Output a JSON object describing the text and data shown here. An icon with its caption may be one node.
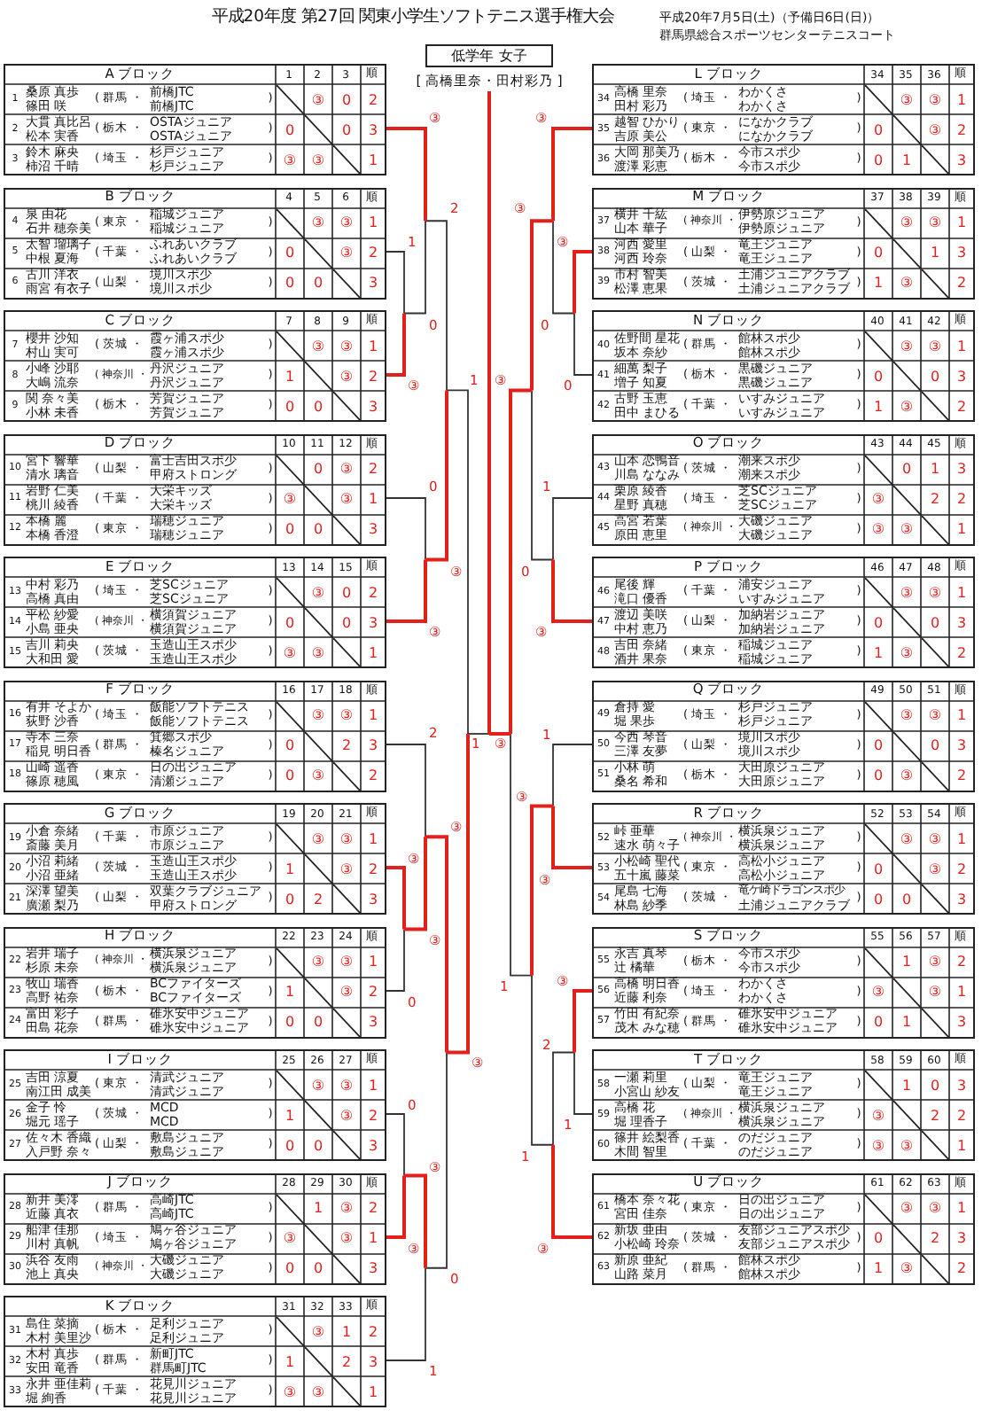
{
  "diagram": {
    "title": "平成20年度 第27回 関東小学生ソフトテニス選手権大会",
    "nodes": [
      {
        "text": [
          "低学年 女子"
        ]
      },
      {
        "text": [
          "[ 高橋里奈・田村彩乃 ]"
        ]
      },
      {
        "text": [
          "A ブロック",
          "1",
          "2",
          "3",
          "順",
          "1",
          "桑原 真歩",
          "篠田 咲",
          "( 群馬 ・",
          "前橋JTC",
          "前橋JTC",
          ")",
          "③",
          "0",
          "2",
          "2",
          "大貫 真比呂",
          "松本 実香",
          "( 栃木 ・",
          "OSTAジュニア",
          "OSTAジュニア",
          ")",
          "0",
          "0",
          "3",
          "3",
          "鈴木 麻央",
          "柿沼 千晴",
          "( 埼玉 ・",
          "杉戸ジュニア",
          "杉戸ジュニア",
          ")",
          "③",
          "③",
          "1"
        ]
      },
      {
        "text": [
          "B ブロック",
          "4",
          "5",
          "6",
          "順",
          "4",
          "泉 由花",
          "石井 穂奈美",
          "( 東京 ・",
          "稲城ジュニア",
          "稲城ジュニア",
          ")",
          "③",
          "③",
          "1",
          "5",
          "太智 瑠璃子",
          "中根 夏海",
          "( 千葉 ・",
          "ふれあいクラブ",
          "ふれあいクラブ",
          ")",
          "0",
          "③",
          "2",
          "6",
          "古川 洋衣",
          "雨宮 有衣子",
          "( 山梨 ・",
          "境川スポ少",
          "境川スポ少",
          ")",
          "0",
          "0",
          "3"
        ]
      },
      {
        "text": [
          "C ブロック",
          "7",
          "8",
          "9",
          "順",
          "7",
          "櫻井 沙知",
          "村山 実可",
          "( 茨城 ・",
          "霞ヶ浦スポ少",
          "霞ヶ浦スポ少",
          ")",
          "③",
          "③",
          "1",
          "8",
          "小峰 沙耶",
          "大嶋 流奈",
          "( 神奈川 ・",
          "丹沢ジュニア",
          "丹沢ジュニア",
          ")",
          "1",
          "③",
          "2",
          "9",
          "関 奈々美",
          "小林 未香",
          "( 栃木 ・",
          "芳賀ジュニア",
          "芳賀ジュニア",
          ")",
          "0",
          "0",
          "3"
        ]
      },
      {
        "text": [
          "D ブロック",
          "10",
          "11",
          "12",
          "順",
          "10",
          "宮下 響華",
          "清水 璃音",
          "( 山梨 ・",
          "富士吉田スポ少",
          "甲府ストロング",
          ")",
          "0",
          "③",
          "2",
          "11",
          "岩野 仁美",
          "桃川 綾香",
          "( 千葉 ・",
          "大栄キッズ",
          "大栄キッズ",
          ")",
          "③",
          "③",
          "1",
          "12",
          "本橋 麗",
          "本橋 香澄",
          "( 東京 ・",
          "瑞穂ジュニア",
          "瑞穂ジュニア",
          ")",
          "0",
          "0",
          "3"
        ]
      },
      {
        "text": [
          "E ブロック",
          "13",
          "14",
          "15",
          "順",
          "13",
          "中村 彩乃",
          "高橋 真由",
          "( 埼玉 ・",
          "芝SCジュニア",
          "芝SCジュニア",
          ")",
          "③",
          "0",
          "2",
          "14",
          "平松 紗愛",
          "小島 亜央",
          "( 神奈川 ・",
          "横須賀ジュニア",
          "横須賀ジュニア",
          ")",
          "0",
          "0",
          "3",
          "15",
          "吉川 莉央",
          "大和田 愛",
          "( 茨城 ・",
          "玉造山王スポ少",
          "玉造山王スポ少",
          ")",
          "③",
          "③",
          "1"
        ]
      },
      {
        "text": [
          "F ブロック",
          "16",
          "17",
          "18",
          "順",
          "16",
          "有井 そよか",
          "荻野 沙香",
          "( 埼玉 ・",
          "飯能ソフトテニス",
          "飯能ソフトテニス",
          ")",
          "③",
          "③",
          "1",
          "17",
          "寺本 三奈",
          "稲見 明日香",
          "( 群馬 ・",
          "箕郷スポ少",
          "榛名ジュニア",
          ")",
          "0",
          "2",
          "3",
          "18",
          "山崎 遥香",
          "篠原 穂風",
          "( 東京 ・",
          "日の出ジュニア",
          "清瀬ジュニア",
          ")",
          "0",
          "③",
          "2"
        ]
      },
      {
        "text": [
          "G ブロック",
          "19",
          "20",
          "21",
          "順",
          "19",
          "小倉 奈緒",
          "斎藤 美月",
          "( 千葉 ・",
          "市原ジュニア",
          "市原ジュニア",
          ")",
          "③",
          "③",
          "1",
          "20",
          "小沼 莉緒",
          "小沼 亜緒",
          "( 茨城 ・",
          "玉造山王スポ少",
          "玉造山王スポ少",
          ")",
          "1",
          "③",
          "2",
          "21",
          "深澤 望美",
          "廣瀬 梨乃",
          "( 山梨 ・",
          "双葉クラブジュニア",
          "甲府ストロング",
          ")",
          "0",
          "2",
          "3"
        ]
      },
      {
        "text": [
          "H ブロック",
          "22",
          "23",
          "24",
          "順",
          "22",
          "岩井 瑞子",
          "杉原 未奈",
          "( 神奈川 ・",
          "横浜泉ジュニア",
          "横浜泉ジュニア",
          ")",
          "③",
          "③",
          "1",
          "23",
          "牧山 瑞香",
          "高野 祐奈",
          "( 栃木 ・",
          "BCファイターズ",
          "BCファイターズ",
          ")",
          "1",
          "③",
          "2",
          "24",
          "富田 彩子",
          "田島 花奈",
          "( 群馬 ・",
          "碓氷安中ジュニア",
          "碓氷安中ジュニア",
          ")",
          "0",
          "0",
          "3"
        ]
      },
      {
        "text": [
          "I ブロック",
          "25",
          "26",
          "27",
          "順",
          "25",
          "吉田 涼夏",
          "南江田 成美",
          "( 東京 ・",
          "清武ジュニア",
          "清武ジュニア",
          ")",
          "③",
          "③",
          "1",
          "26",
          "金子 怜",
          "堀元 瑶子",
          "( 茨城 ・",
          "MCD",
          "MCD",
          ")",
          "1",
          "③",
          "2",
          "27",
          "佐々木 香織",
          "入戸野 奈々",
          "( 山梨 ・",
          "敷島ジュニア",
          "敷島ジュニア",
          ")",
          "0",
          "0",
          "3"
        ]
      },
      {
        "text": [
          "J ブロック",
          "28",
          "29",
          "30",
          "順",
          "28",
          "新井 美澪",
          "近藤 真衣",
          "( 群馬 ・",
          "高崎JTC",
          "高崎JTC",
          ")",
          "1",
          "③",
          "2",
          "29",
          "船津 佳那",
          "川村 真帆",
          "( 埼玉 ・",
          "鳩ヶ谷ジュニア",
          "鳩ヶ谷ジュニア",
          ")",
          "③",
          "③",
          "1",
          "30",
          "浜谷 友雨",
          "池上 真央",
          "( 神奈川 ・",
          "大磯ジュニア",
          "大磯ジュニア",
          ")",
          "0",
          "0",
          "3"
        ]
      },
      {
        "text": [
          "K ブロック",
          "31",
          "32",
          "33",
          "順",
          "31",
          "島住 菜摘",
          "木村 美里沙",
          "( 栃木 ・",
          "足利ジュニア",
          "足利ジュニア",
          ")",
          "③",
          "1",
          "2",
          "32",
          "木村 真歩",
          "安田 竜香",
          "( 群馬 ・",
          "新町JTC",
          "群馬町JTC",
          ")",
          "1",
          "2",
          "3",
          "33",
          "永井 亜佳莉",
          "堀 絢香",
          "( 千葉 ・",
          "花見川ジュニア",
          "花見川ジュニア",
          ")",
          "③",
          "③",
          "1"
        ]
      },
      {
        "text": [
          "L ブロック",
          "34",
          "35",
          "36",
          "順",
          "34",
          "高橋 里奈",
          "田村 彩乃",
          "( 埼玉 ・",
          "わかくさ",
          "わかくさ",
          ")",
          "③",
          "③",
          "1",
          "35",
          "越智 ひかり",
          "吉原 美公",
          "( 東京 ・",
          "になかクラブ",
          "になかクラブ",
          ")",
          "0",
          "③",
          "2",
          "36",
          "大岡 那美乃",
          "渡澤 彩恵",
          "( 栃木 ・",
          "今市スポ少",
          "今市スポ少",
          ")",
          "0",
          "1",
          "3"
        ]
      },
      {
        "text": [
          "M ブロック",
          "37",
          "38",
          "39",
          "順",
          "37",
          "横井 千紘",
          "山本 華子",
          "( 神奈川 ・",
          "伊勢原ジュニア",
          "伊勢原ジュニア",
          ")",
          "③",
          "③",
          "1",
          "38",
          "河西 愛里",
          "河西 玲奈",
          "( 山梨 ・",
          "竜王ジュニア",
          "竜王ジュニア",
          ")",
          "0",
          "1",
          "3",
          "39",
          "市村 智美",
          "松澤 恵果",
          "( 茨城 ・",
          "土浦ジュニアクラブ",
          "土浦ジュニアクラブ",
          ")",
          "1",
          "③",
          "2"
        ]
      },
      {
        "text": [
          "N ブロック",
          "40",
          "41",
          "42",
          "順",
          "40",
          "佐野間 星花",
          "坂本 奈紗",
          "( 群馬 ・",
          "館林スポ少",
          "館林スポ少",
          ")",
          "③",
          "③",
          "1",
          "41",
          "細萬 梨子",
          "増子 知夏",
          "( 栃木 ・",
          "黒磯ジュニア",
          "黒磯ジュニア",
          ")",
          "0",
          "0",
          "3",
          "42",
          "古野 玉恵",
          "田中 まひる",
          "( 千葉 ・",
          "いすみジュニア",
          "いすみジュニア",
          ")",
          "1",
          "③",
          "2"
        ]
      },
      {
        "text": [
          "O ブロック",
          "43",
          "44",
          "45",
          "順",
          "43",
          "山本 恋鴨音",
          "川島 ななみ",
          "( 茨城 ・",
          "潮来スポ少",
          "潮来スポ少",
          ")",
          "0",
          "1",
          "3",
          "44",
          "栗原 綾香",
          "星野 真穂",
          "( 埼玉 ・",
          "芝SCジュニア",
          "芝SCジュニア",
          ")",
          "③",
          "2",
          "2",
          "45",
          "高宮 若葉",
          "原田 恵里",
          "( 神奈川 ・",
          "大磯ジュニア",
          "大磯ジュニア",
          ")",
          "③",
          "③",
          "1"
        ]
      },
      {
        "text": [
          "P ブロック",
          "46",
          "47",
          "48",
          "順",
          "46",
          "尾後 輝",
          "滝口 優香",
          "( 千葉 ・",
          "浦安ジュニア",
          "いすみジュニア",
          ")",
          "③",
          "③",
          "1",
          "47",
          "渡辺 美咲",
          "中村 恵乃",
          "( 山梨 ・",
          "加納岩ジュニア",
          "加納岩ジュニア",
          ")",
          "0",
          "0",
          "3",
          "48",
          "吉田 奈緒",
          "酒井 果奈",
          "( 東京 ・",
          "稲城ジュニア",
          "稲城ジュニア",
          ")",
          "1",
          "③",
          "2"
        ]
      },
      {
        "text": [
          "Q ブロック",
          "49",
          "50",
          "51",
          "順",
          "49",
          "倉持 愛",
          "堀 果歩",
          "( 埼玉 ・",
          "杉戸ジュニア",
          "杉戸ジュニア",
          ")",
          "③",
          "③",
          "1",
          "50",
          "今西 琴音",
          "三澤 友夢",
          "( 山梨 ・",
          "境川スポ少",
          "境川スポ少",
          ")",
          "0",
          "0",
          "3",
          "51",
          "小林 萌",
          "桑名 希和",
          "( 栃木 ・",
          "大田原ジュニア",
          "大田原ジュニア",
          ")",
          "0",
          "③",
          "2"
        ]
      },
      {
        "text": [
          "R ブロック",
          "52",
          "53",
          "54",
          "順",
          "52",
          "峠 亜華",
          "速水 萌々子",
          "( 神奈川 ・",
          "横浜泉ジュニア",
          "横浜泉ジュニア",
          ")",
          "③",
          "③",
          "1",
          "53",
          "小松崎 聖代",
          "五十嵐 藤菜",
          "( 東京 ・",
          "高松小ジュニア",
          "高松小ジュニア",
          ")",
          "0",
          "③",
          "2",
          "54",
          "尾島 七海",
          "林島 紗季",
          "( 茨城 ・",
          "竜ケ崎ドラゴンスポ少",
          "土浦ジュニアクラブ",
          ")",
          "0",
          "0",
          "3"
        ]
      },
      {
        "text": [
          "S ブロック",
          "55",
          "56",
          "57",
          "順",
          "55",
          "永吉 真琴",
          "辻 橘華",
          "( 栃木 ・",
          "今市スポ少",
          "今市スポ少",
          ")",
          "1",
          "③",
          "2",
          "56",
          "高橋 明日香",
          "近藤 利奈",
          "( 埼玉 ・",
          "わかくさ",
          "わかくさ",
          ")",
          "③",
          "③",
          "1",
          "57",
          "竹田 有紀奈",
          "茂木 みな穂",
          "( 群馬 ・",
          "碓氷安中ジュニア",
          "碓氷安中ジュニア",
          ")",
          "0",
          "1",
          "3"
        ]
      },
      {
        "text": [
          "T ブロック",
          "58",
          "59",
          "60",
          "順",
          "58",
          "一瀬 莉里",
          "小宮山 紗友",
          "( 山梨 ・",
          "竜王ジュニア",
          "竜王ジュニア",
          ")",
          "1",
          "0",
          "3",
          "59",
          "高橋 花",
          "堀 理香子",
          "( 神奈川 ・",
          "横浜泉ジュニア",
          "横浜泉ジュニア",
          ")",
          "③",
          "2",
          "2",
          "60",
          "篠井 絵梨香",
          "木間 智里",
          "( 千葉 ・",
          "のだジュニア",
          "のだジュニア",
          ")",
          "③",
          "③",
          "1"
        ]
      },
      {
        "text": [
          "U ブロック",
          "61",
          "62",
          "63",
          "順",
          "61",
          "橋本 奈々花",
          "宮田 佳奈",
          "( 東京 ・",
          "日の出ジュニア",
          "日の出ジュニア",
          ")",
          "③",
          "③",
          "1",
          "62",
          "新坂 亜由",
          "小松崎 玲奈",
          "( 茨城 ・",
          "友部ジュニアスポ少",
          "友部ジュニアスポ少",
          ")",
          "0",
          "2",
          "3",
          "63",
          "新原 亜紀",
          "山路 菜月",
          "( 群馬 ・",
          "館林スポ少",
          "館林スポ少",
          ")",
          "1",
          "③",
          "2"
        ]
      }
    ],
    "edges": [
      {
        "from": 2,
        "to": 1,
        "arrow": "none"
      },
      {
        "from": 3,
        "to": 1,
        "arrow": "none"
      },
      {
        "from": 4,
        "to": 1,
        "arrow": "none"
      },
      {
        "from": 5,
        "to": 1,
        "arrow": "none"
      },
      {
        "from": 6,
        "to": 1,
        "arrow": "none"
      },
      {
        "from": 7,
        "to": 1,
        "arrow": "none"
      },
      {
        "from": 8,
        "to": 1,
        "arrow": "none"
      },
      {
        "from": 9,
        "to": 1,
        "arrow": "none"
      },
      {
        "from": 10,
        "to": 1,
        "arrow": "none"
      },
      {
        "from": 11,
        "to": 1,
        "arrow": "none"
      },
      {
        "from": 12,
        "to": 1,
        "arrow": "none"
      },
      {
        "from": 13,
        "to": 1,
        "arrow": "none"
      },
      {
        "from": 14,
        "to": 1,
        "arrow": "none"
      },
      {
        "from": 15,
        "to": 1,
        "arrow": "none"
      },
      {
        "from": 16,
        "to": 1,
        "arrow": "none"
      },
      {
        "from": 17,
        "to": 1,
        "arrow": "none"
      },
      {
        "from": 18,
        "to": 1,
        "arrow": "none"
      },
      {
        "from": 19,
        "to": 1,
        "arrow": "none"
      },
      {
        "from": 20,
        "to": 1,
        "arrow": "none"
      },
      {
        "from": 21,
        "to": 1,
        "arrow": "none"
      },
      {
        "from": 22,
        "to": 1,
        "arrow": "none"
      }
    ],
    "labels": [
      "平成20年7月5日(土)（予備日6日(日)）",
      "群馬県総合スポーツセンターテニスコート",
      "③",
      "2",
      "1",
      "0",
      "③",
      "1",
      "0",
      "③",
      "③",
      "2",
      "1",
      "③",
      "③",
      "③",
      "0",
      "③",
      "0",
      "③",
      "③",
      "0",
      "1",
      "③",
      "③",
      "③",
      "0",
      "③",
      "0",
      "1",
      "0",
      "③",
      "1",
      "③",
      "③",
      "③",
      "1",
      "③",
      "2",
      "1",
      "1",
      "③"
    ]
  }
}
